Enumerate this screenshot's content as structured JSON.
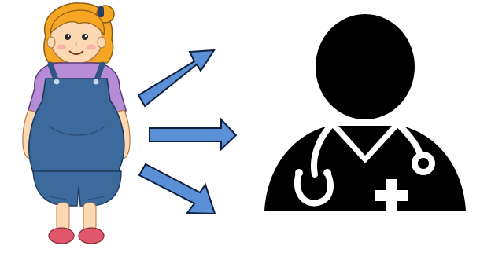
{
  "illustration": {
    "figure_icon": "overweight-girl-cartoon",
    "target_icon": "doctor-with-stethoscope-icon",
    "arrow_count": 3,
    "arrow_icon": "right-arrow",
    "colors": {
      "arrow_fill": "#5b8fd6",
      "arrow_stroke": "#0d1f3c",
      "hair": "#f5a623",
      "shirt": "#b78cd6",
      "overalls": "#3d6a9c",
      "overalls_dark": "#2f5683",
      "skin": "#fcd9b3",
      "shoes": "#e0566b",
      "doctor": "#000000",
      "background": "#ffffff"
    }
  }
}
